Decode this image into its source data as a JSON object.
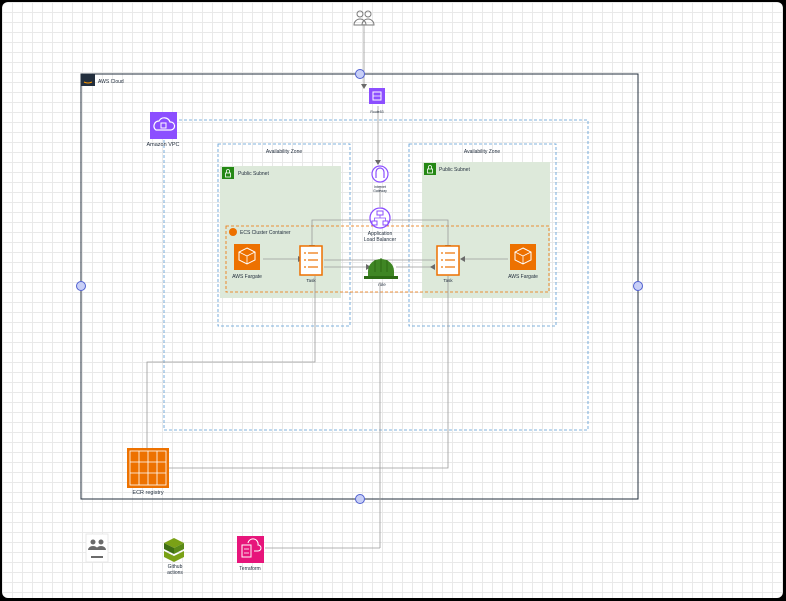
{
  "aws_cloud": {
    "label": "AWS Cloud"
  },
  "vpc": {
    "label": "Amazon VPC"
  },
  "az_left": {
    "label": "Availability Zone"
  },
  "az_right": {
    "label": "Availability Zone"
  },
  "subnet_left": {
    "label": "Public Subnet"
  },
  "subnet_right": {
    "label": "Public Subnet"
  },
  "ecs_cluster": {
    "label": "ECS Cluster Container"
  },
  "alb": {
    "line1": "Application",
    "line2": "Load Balancer"
  },
  "igw": {
    "line1": "Internet",
    "line2": "Gateway"
  },
  "route53": {
    "label": "Route53"
  },
  "fargate_left": {
    "label": "AWS Fargate"
  },
  "fargate_right": {
    "label": "AWS Fargate"
  },
  "task_left": {
    "label": "Task"
  },
  "task_right": {
    "label": "Task"
  },
  "role": {
    "label": "role"
  },
  "ecr": {
    "label": "ECR registry"
  },
  "github": {
    "line1": "Github",
    "line2": "actions"
  },
  "terraform": {
    "label": "Terraform"
  },
  "colors": {
    "compute": "#ed7100",
    "network": "#8c4fff",
    "management": "#e7157b",
    "subnet_green": "#248814",
    "az_border": "#147eba"
  }
}
